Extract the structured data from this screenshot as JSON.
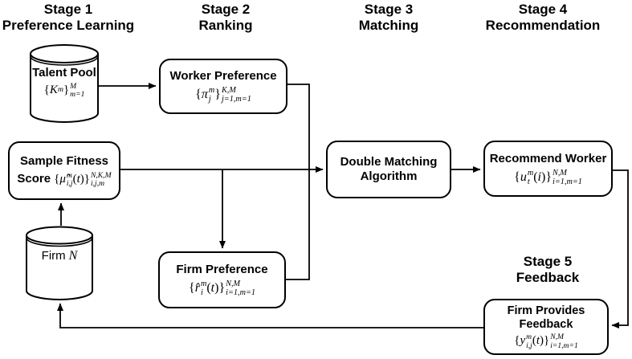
{
  "colors": {
    "ink": "#000000",
    "background": "#ffffff",
    "box_fill": "#ffffff"
  },
  "stages": [
    {
      "line1": "Stage 1",
      "line2": "Preference Learning"
    },
    {
      "line1": "Stage 2",
      "line2": "Ranking"
    },
    {
      "line1": "Stage 3",
      "line2": "Matching"
    },
    {
      "line1": "Stage 4",
      "line2": "Recommendation"
    },
    {
      "line1": "Stage 5",
      "line2": "Feedback"
    }
  ],
  "nodes": {
    "talent_pool": {
      "label": "Talent Pool",
      "formula": [
        {
          "t": "{",
          "k": "n"
        },
        {
          "t": "K",
          "k": "i"
        },
        {
          "t": "m",
          "k": "sub"
        },
        {
          "t": "}",
          "k": "n"
        },
        {
          "k": "stack",
          "sup": "M",
          "sub": "m=1"
        }
      ]
    },
    "worker_preference": {
      "label": "Worker Preference",
      "formula": [
        {
          "t": "{",
          "k": "n"
        },
        {
          "t": "π",
          "k": "i"
        },
        {
          "k": "stack",
          "sup": "m",
          "sub": "j"
        },
        {
          "t": "}",
          "k": "n"
        },
        {
          "k": "stack",
          "sup": "K,M",
          "sub": "j=1,m=1"
        }
      ]
    },
    "sample_fitness": {
      "label_line1": "Sample Fitness",
      "label_line2": "Score",
      "formula": [
        {
          "t": "{",
          "k": "n"
        },
        {
          "t": "μ̂",
          "k": "i"
        },
        {
          "k": "stack",
          "sup": "m",
          "sub": "i,j"
        },
        {
          "t": "(",
          "k": "n"
        },
        {
          "t": "t",
          "k": "i"
        },
        {
          "t": ")",
          "k": "n"
        },
        {
          "t": "}",
          "k": "n"
        },
        {
          "k": "stack",
          "sup": "N,K,M",
          "sub": "i,j,m"
        }
      ]
    },
    "firm_db": {
      "label": "Firm",
      "formula": [
        {
          "t": "N",
          "k": "i"
        }
      ]
    },
    "firm_preference": {
      "label": "Firm Preference",
      "formula": [
        {
          "t": "{",
          "k": "n"
        },
        {
          "t": "r̂",
          "k": "i"
        },
        {
          "k": "stack",
          "sup": "m",
          "sub": "i"
        },
        {
          "t": "(",
          "k": "n"
        },
        {
          "t": "t",
          "k": "i"
        },
        {
          "t": ")",
          "k": "n"
        },
        {
          "t": "}",
          "k": "n"
        },
        {
          "k": "stack",
          "sup": "N,M",
          "sub": "i=1,m=1"
        }
      ]
    },
    "double_matching": {
      "label_line1": "Double Matching",
      "label_line2": "Algorithm"
    },
    "recommend_worker": {
      "label": "Recommend Worker",
      "formula": [
        {
          "t": "{",
          "k": "n"
        },
        {
          "t": "u",
          "k": "i"
        },
        {
          "k": "stack",
          "sup": "m",
          "sub": "t"
        },
        {
          "t": "(",
          "k": "n"
        },
        {
          "t": "i",
          "k": "i"
        },
        {
          "t": ")",
          "k": "n"
        },
        {
          "t": "}",
          "k": "n"
        },
        {
          "k": "stack",
          "sup": "N,M",
          "sub": "i=1,m=1"
        }
      ]
    },
    "firm_feedback": {
      "label_line1": "Firm Provides",
      "label_line2": "Feedback",
      "formula": [
        {
          "t": "{",
          "k": "n"
        },
        {
          "t": "y",
          "k": "i"
        },
        {
          "k": "stack",
          "sup": "m",
          "sub": "i,j"
        },
        {
          "t": "(",
          "k": "n"
        },
        {
          "t": "t",
          "k": "i"
        },
        {
          "t": ")",
          "k": "n"
        },
        {
          "t": "}",
          "k": "n"
        },
        {
          "k": "stack",
          "sup": "N,M",
          "sub": "i=1,m=1"
        }
      ]
    }
  }
}
